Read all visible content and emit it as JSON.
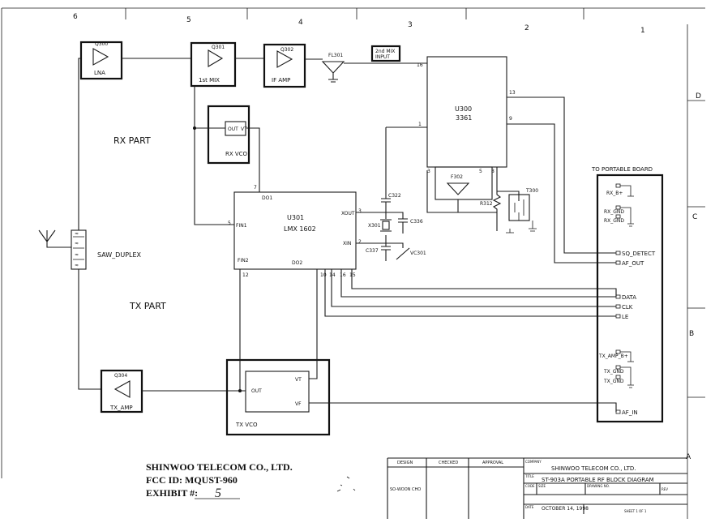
{
  "grid": {
    "top": [
      "6",
      "5",
      "4",
      "3",
      "2",
      "1"
    ],
    "right": [
      "D",
      "C",
      "B",
      "A"
    ]
  },
  "blocks": {
    "q300": {
      "ref": "Q300",
      "label": "LNA"
    },
    "q301": {
      "ref": "Q301",
      "label": "1st MIX"
    },
    "q302": {
      "ref": "Q302",
      "label": "IF AMP"
    },
    "fl301": {
      "ref": "FL301"
    },
    "second_mix": {
      "line1": "2nd MIX",
      "line2": "INPUT"
    },
    "u300": {
      "ref": "U300",
      "part": "3361",
      "pins": {
        "p16": "16",
        "p13": "13",
        "p1": "1",
        "p9": "9",
        "p3": "3",
        "p5": "5",
        "p8": "8"
      }
    },
    "rx_vco": {
      "label": "RX VCO",
      "out": "OUT",
      "vt": "VT"
    },
    "u301": {
      "ref": "U301",
      "part": "LMX 1602",
      "do1": "DO1",
      "do2": "DO2",
      "fin1": "FIN1",
      "fin2": "FIN2",
      "xout": "XOUT",
      "xin": "XIN",
      "pins": {
        "p7": "7",
        "p5": "5",
        "p3": "3",
        "p2": "2",
        "p12": "12",
        "p10": "10",
        "p14": "14",
        "p16": "16",
        "p15": "15"
      }
    },
    "f302": {
      "ref": "F302"
    },
    "t300": {
      "ref": "T300"
    },
    "r312": {
      "ref": "R312"
    },
    "c322": {
      "ref": "C322"
    },
    "x301": {
      "ref": "X301"
    },
    "c336": {
      "ref": "C336"
    },
    "c337": {
      "ref": "C337"
    },
    "vc301": {
      "ref": "VC301"
    },
    "saw": {
      "label": "SAW_DUPLEX"
    },
    "q304": {
      "ref": "Q304",
      "label": "TX_AMP"
    },
    "tx_vco": {
      "label": "TX VCO",
      "out": "OUT",
      "vt": "VT",
      "vf": "VF"
    }
  },
  "section_labels": {
    "rx": "RX PART",
    "tx": "TX PART"
  },
  "connector": {
    "title": "TO PORTABLE BOARD",
    "pins": [
      "RX_B+",
      "RX_GND",
      "RX_GND",
      "SQ_DETECT",
      "AF_OUT",
      "DATA",
      "CLK",
      "LE",
      "TX_AMP_B+",
      "TX_GND",
      "TX_GND",
      "AF_IN"
    ]
  },
  "stamp": {
    "company": "SHINWOO TELECOM CO., LTD.",
    "fcc": "FCC ID: MQUST-960",
    "exhibit_label": "EXHIBIT #:",
    "exhibit_value": "5"
  },
  "title_block": {
    "design": "DESIGN",
    "checked": "CHECKED",
    "approval": "APPROVAL",
    "designer": "SO-WOON CHO",
    "company_label": "COMPANY",
    "company": "SHINWOO TELECOM CO., LTD.",
    "title_label": "TITLE",
    "title": "ST-903A PORTABLE RF BLOCK DIAGRAM",
    "code_label": "CODE",
    "size_label": "SIZE",
    "drawing_label": "DRAWING NO.",
    "rev_label": "REV",
    "date_label": "DATE",
    "date": "OCTOBER 14, 1998",
    "sheet": "SHEET  1  OF  1"
  }
}
